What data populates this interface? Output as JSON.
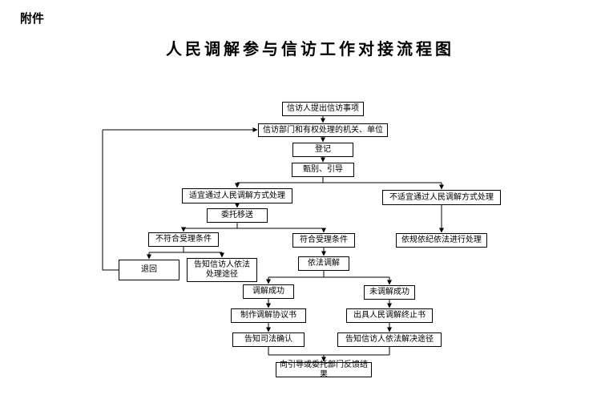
{
  "page": {
    "attachment_label": "附件",
    "title": "人民调解参与信访工作对接流程图"
  },
  "colors": {
    "line": "#000000",
    "box_fill": "#ffffff",
    "text": "#000000",
    "background": "#ffffff"
  },
  "flowchart": {
    "nodes": {
      "petition": {
        "label": "信访人提出信访事项"
      },
      "authority": {
        "label": "信访部门和有权处理的机关、单位"
      },
      "register": {
        "label": "登记"
      },
      "screening": {
        "label": "甄别、引导"
      },
      "suitable": {
        "label": "适宜通过人民调解方式处理"
      },
      "unsuitable": {
        "label": "不适宜通过人民调解方式处理"
      },
      "entrust": {
        "label": "委托移送"
      },
      "not_accepted": {
        "label": "不符合受理条件"
      },
      "accepted": {
        "label": "符合受理条件"
      },
      "handle_by_law": {
        "label": "依规依纪依法进行处理"
      },
      "return_item": {
        "label": "退回"
      },
      "inform_legal_way": {
        "label": "告知信访人依法\n处理途径"
      },
      "mediate": {
        "label": "依法调解"
      },
      "success": {
        "label": "调解成功"
      },
      "fail": {
        "label": "未调解成功"
      },
      "agreement": {
        "label": "制作调解协议书"
      },
      "terminate": {
        "label": "出具人民调解终止书"
      },
      "judicial_confirm": {
        "label": "告知司法确认"
      },
      "inform_resolve": {
        "label": "告知信访人依法解决途径"
      },
      "feedback": {
        "label": "向引导或委托部门反馈结果"
      }
    },
    "edges": [
      {
        "from": "petition",
        "to": "authority"
      },
      {
        "from": "authority",
        "to": "register"
      },
      {
        "from": "register",
        "to": "screening"
      },
      {
        "from": "screening",
        "to": "suitable"
      },
      {
        "from": "screening",
        "to": "unsuitable"
      },
      {
        "from": "suitable",
        "to": "entrust"
      },
      {
        "from": "entrust",
        "to": "not_accepted"
      },
      {
        "from": "entrust",
        "to": "accepted"
      },
      {
        "from": "unsuitable",
        "to": "handle_by_law"
      },
      {
        "from": "not_accepted",
        "to": "return_item"
      },
      {
        "from": "not_accepted",
        "to": "inform_legal_way"
      },
      {
        "from": "accepted",
        "to": "mediate"
      },
      {
        "from": "mediate",
        "to": "success"
      },
      {
        "from": "mediate",
        "to": "fail"
      },
      {
        "from": "success",
        "to": "agreement"
      },
      {
        "from": "fail",
        "to": "terminate"
      },
      {
        "from": "agreement",
        "to": "judicial_confirm"
      },
      {
        "from": "terminate",
        "to": "inform_resolve"
      },
      {
        "from": "judicial_confirm",
        "to": "feedback"
      },
      {
        "from": "inform_resolve",
        "to": "feedback"
      },
      {
        "from": "return_item",
        "to": "authority"
      }
    ]
  }
}
